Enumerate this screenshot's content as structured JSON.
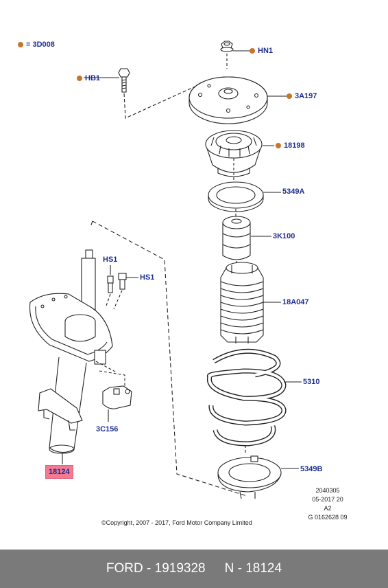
{
  "legend": {
    "symbol": "=",
    "code": "3D008"
  },
  "callouts": {
    "hn1": "HN1",
    "hb1": "HB1",
    "c3a197": "3A197",
    "c18198": "18198",
    "c5349a": "5349A",
    "c3k100": "3K100",
    "hs1_a": "HS1",
    "hs1_b": "HS1",
    "c18a047": "18A047",
    "c5310": "5310",
    "c3c156": "3C156",
    "c18124": "18124",
    "c5349b": "5349B"
  },
  "meta": [
    "2040305",
    "05-2017 20",
    "A2",
    "G 0162628 09"
  ],
  "copyright": "©Copyright, 2007 - 2017, Ford Motor Company Limited",
  "footer": {
    "left": "FORD - 1919328",
    "right": "N - 18124"
  },
  "colors": {
    "callout_text": "#1f2f8f",
    "dot": "#c8742a",
    "highlight": "#f47a92",
    "footer_bg": "#7a7a7a"
  }
}
